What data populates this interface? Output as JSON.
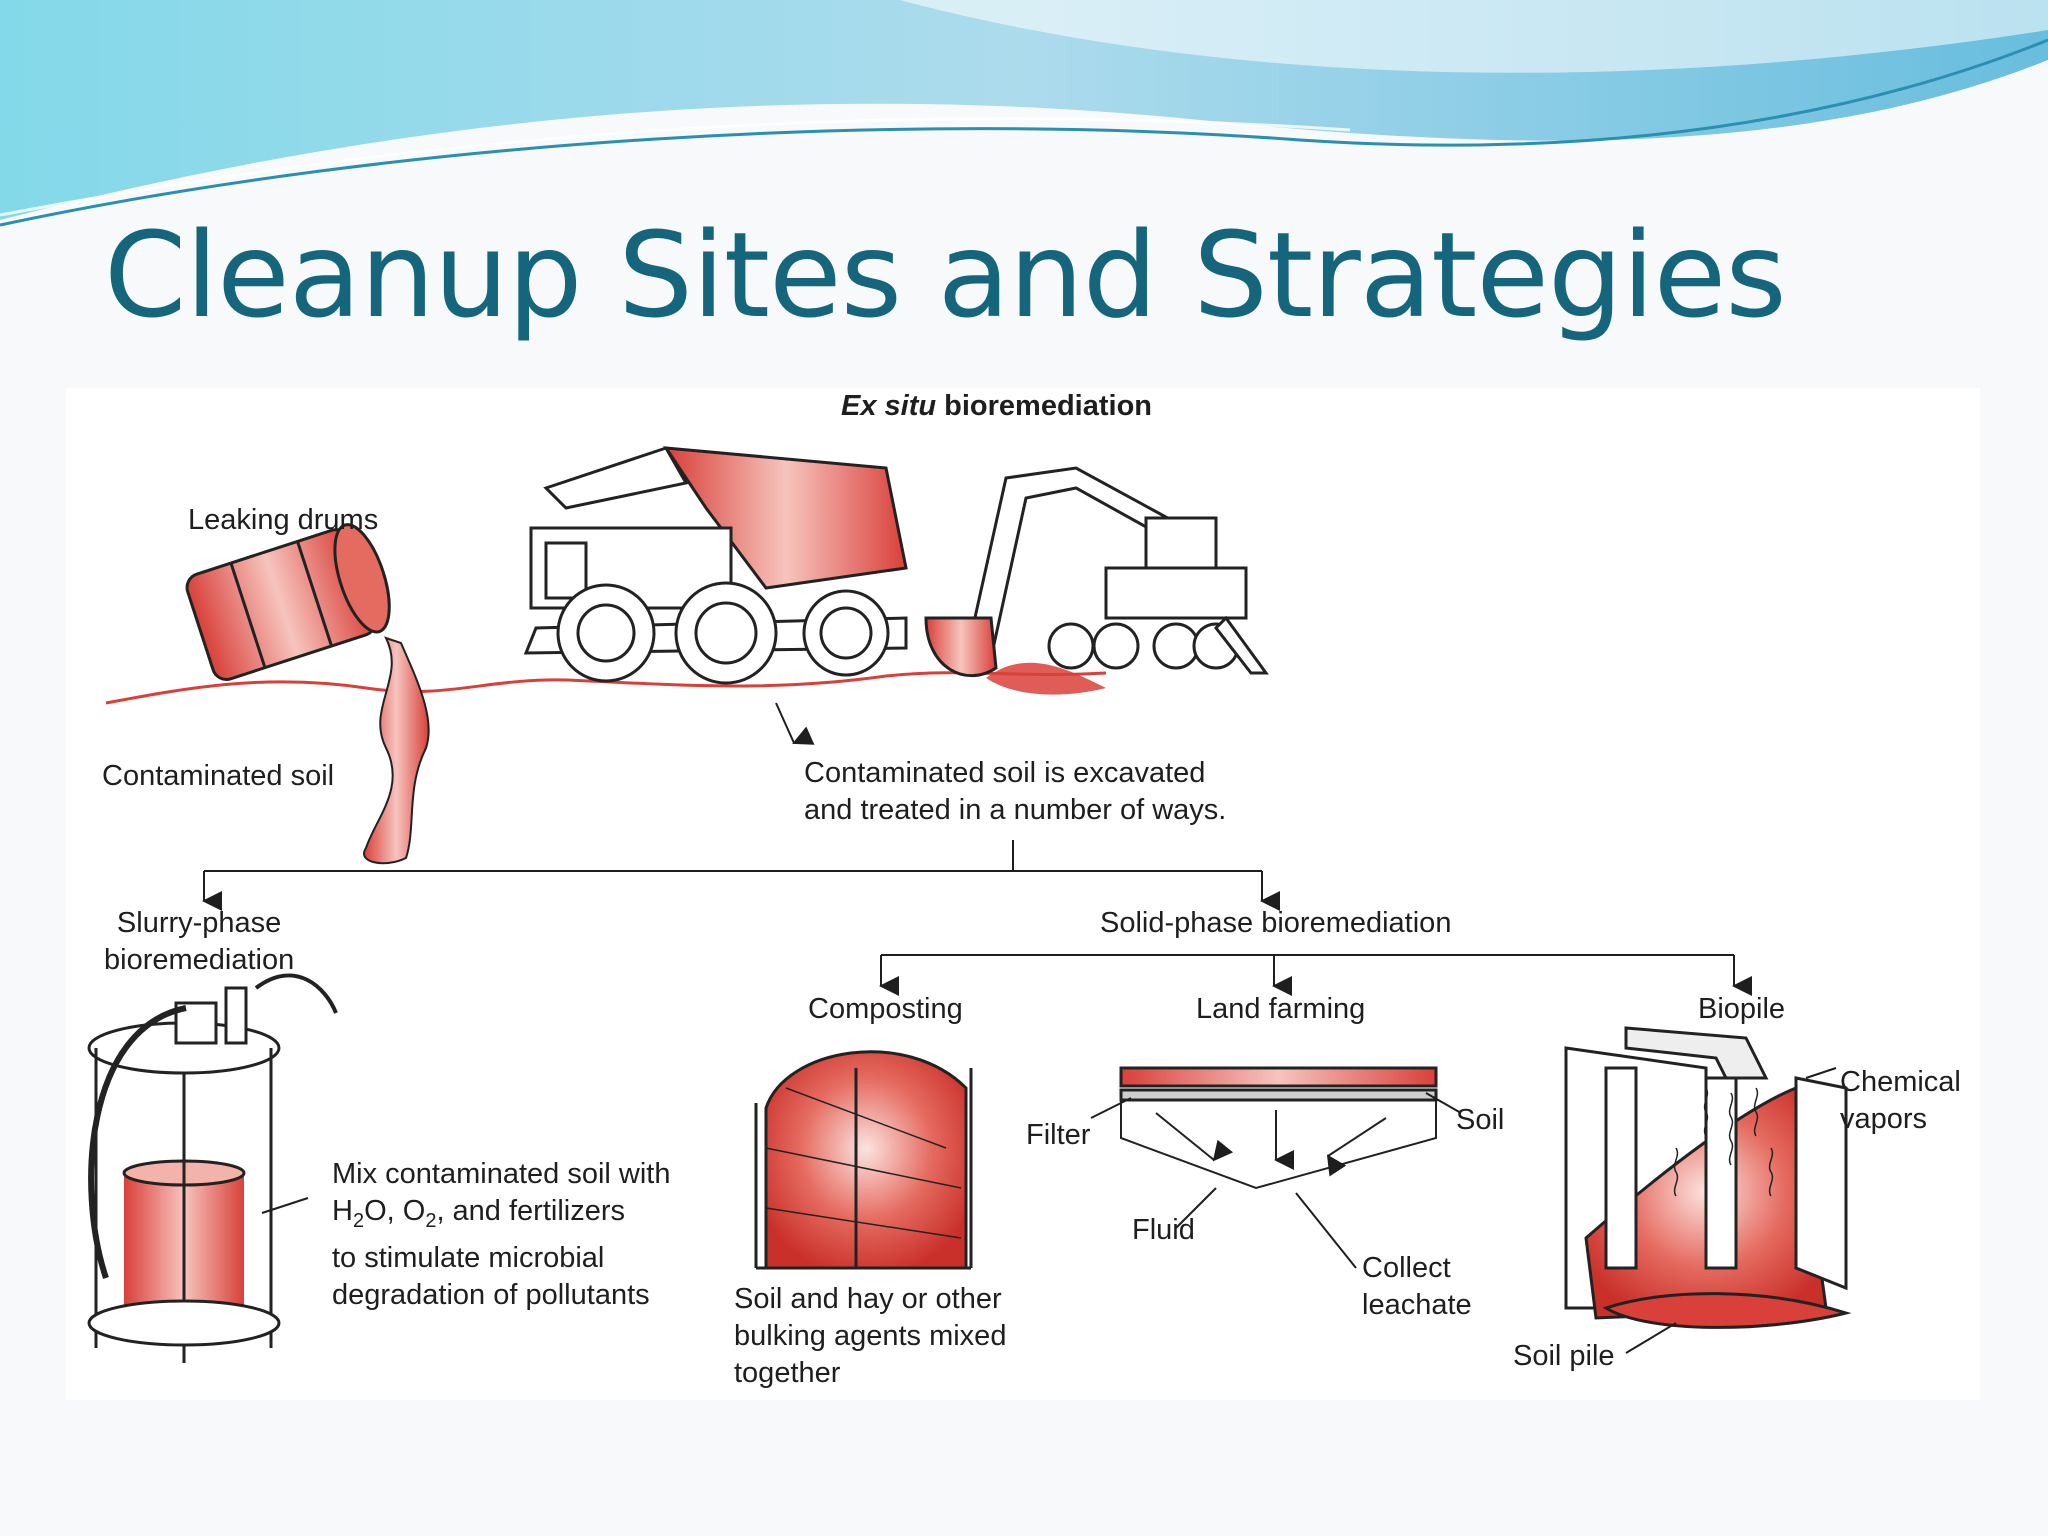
{
  "slide": {
    "title": "Cleanup Sites and Strategies"
  },
  "diagram": {
    "header_italic": "Ex situ",
    "header_rest": " bioremediation",
    "leaking_drums": "Leaking drums",
    "contaminated_soil": "Contaminated soil",
    "excavated_line1": "Contaminated soil is excavated",
    "excavated_line2": "and treated in a number of ways.",
    "slurry_line1": "Slurry-phase",
    "slurry_line2": "bioremediation",
    "solid_phase": "Solid-phase bioremediation",
    "composting": "Composting",
    "land_farming": "Land farming",
    "biopile": "Biopile",
    "mix_line1": "Mix contaminated soil with",
    "mix_line2_a": "H",
    "mix_line2_sub1": "2",
    "mix_line2_b": "O, O",
    "mix_line2_sub2": "2",
    "mix_line2_c": ", and fertilizers",
    "mix_line3": "to stimulate microbial",
    "mix_line4": "degradation of pollutants",
    "compost_line1": "Soil and hay or other",
    "compost_line2": "bulking agents mixed",
    "compost_line3": "together",
    "filter": "Filter",
    "soil": "Soil",
    "fluid": "Fluid",
    "collect_line1": "Collect",
    "collect_line2": "leachate",
    "chemical_line1": "Chemical",
    "chemical_line2": "vapors",
    "soil_pile": "Soil pile"
  },
  "colors": {
    "title": "#15667c",
    "contaminant_red": "#d9403a",
    "wave_blue": "#4fb3d9"
  }
}
